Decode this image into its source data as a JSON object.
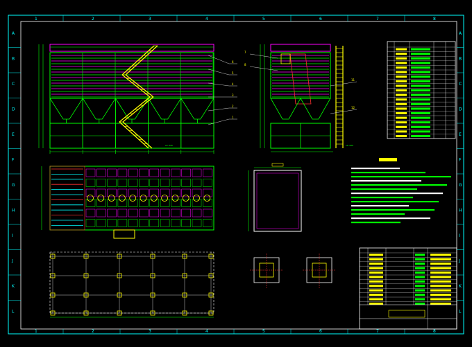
{
  "zone_numbers": [
    "1",
    "2",
    "3",
    "4",
    "5",
    "6",
    "7",
    "8"
  ],
  "zone_letters": [
    "A",
    "B",
    "C",
    "D",
    "E",
    "F",
    "G",
    "H",
    "I",
    "J",
    "K",
    "L"
  ],
  "callouts_front": [
    "6",
    "5",
    "4",
    "3",
    "2",
    "1"
  ],
  "callouts_side": [
    "7",
    "8",
    "11",
    "12"
  ],
  "elevation_mark": "±0.000",
  "colors": {
    "background": "#000000",
    "frame": "#00ffff",
    "structure": "#00ff00",
    "magenta": "#ff00ff",
    "stair": "#ffff00",
    "white": "#ffffff",
    "red": "#ff3030",
    "cyan": "#00ffff"
  }
}
